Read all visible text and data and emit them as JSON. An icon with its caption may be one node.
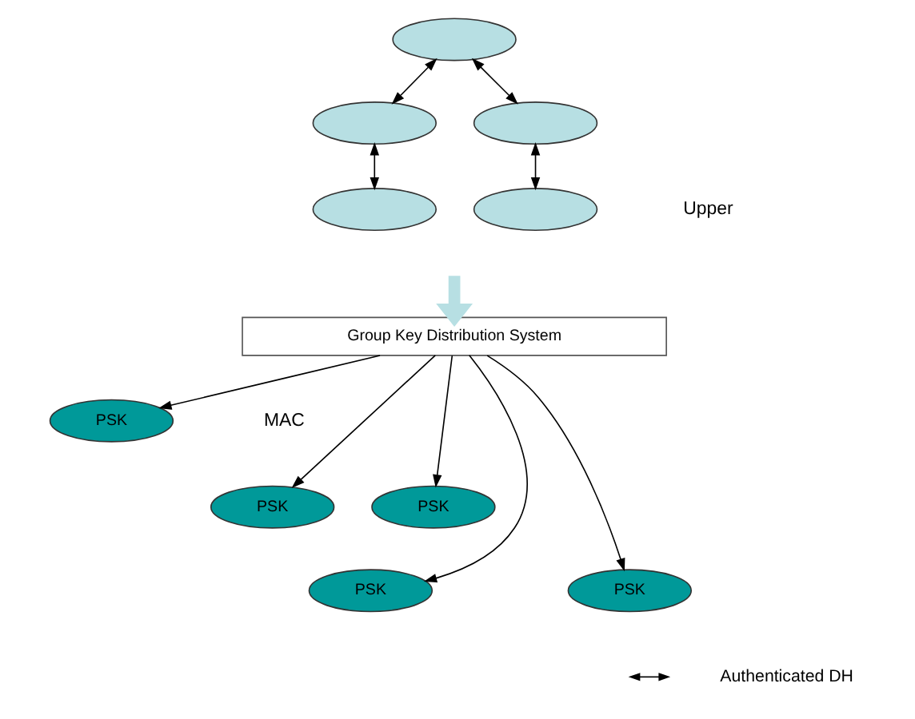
{
  "diagram": {
    "nodes": [
      {
        "text": [],
        "shape": "ellipse"
      },
      {
        "text": [],
        "shape": "ellipse"
      },
      {
        "text": [],
        "shape": "ellipse"
      },
      {
        "text": [],
        "shape": "ellipse"
      },
      {
        "text": [],
        "shape": "ellipse"
      },
      {
        "text": [
          "Group Key Distribution System"
        ]
      },
      {
        "text": [
          "PSK"
        ]
      },
      {
        "text": [
          "PSK"
        ]
      },
      {
        "text": [
          "PSK"
        ]
      },
      {
        "text": [
          "PSK"
        ]
      },
      {
        "text": [
          "PSK"
        ]
      }
    ],
    "edges": [
      {
        "from": 0,
        "to": 1,
        "arrow": "both"
      },
      {
        "from": 0,
        "to": 2,
        "arrow": "both"
      },
      {
        "from": 1,
        "to": 3,
        "arrow": "both"
      },
      {
        "from": 2,
        "to": 4,
        "arrow": "both"
      },
      {
        "from": null,
        "to": 5,
        "arrow": "to",
        "style": "thick",
        "color": "#b7dfe3"
      },
      {
        "from": 5,
        "to": 6,
        "arrow": "to"
      },
      {
        "from": 5,
        "to": 7,
        "arrow": "to"
      },
      {
        "from": 5,
        "to": 8,
        "arrow": "to"
      },
      {
        "from": 5,
        "to": 9,
        "arrow": "to"
      },
      {
        "from": 5,
        "to": 10,
        "arrow": "to"
      }
    ],
    "labels": [
      "Upper",
      "MAC"
    ],
    "legend": [
      {
        "text": "Authenticated DH"
      }
    ]
  }
}
